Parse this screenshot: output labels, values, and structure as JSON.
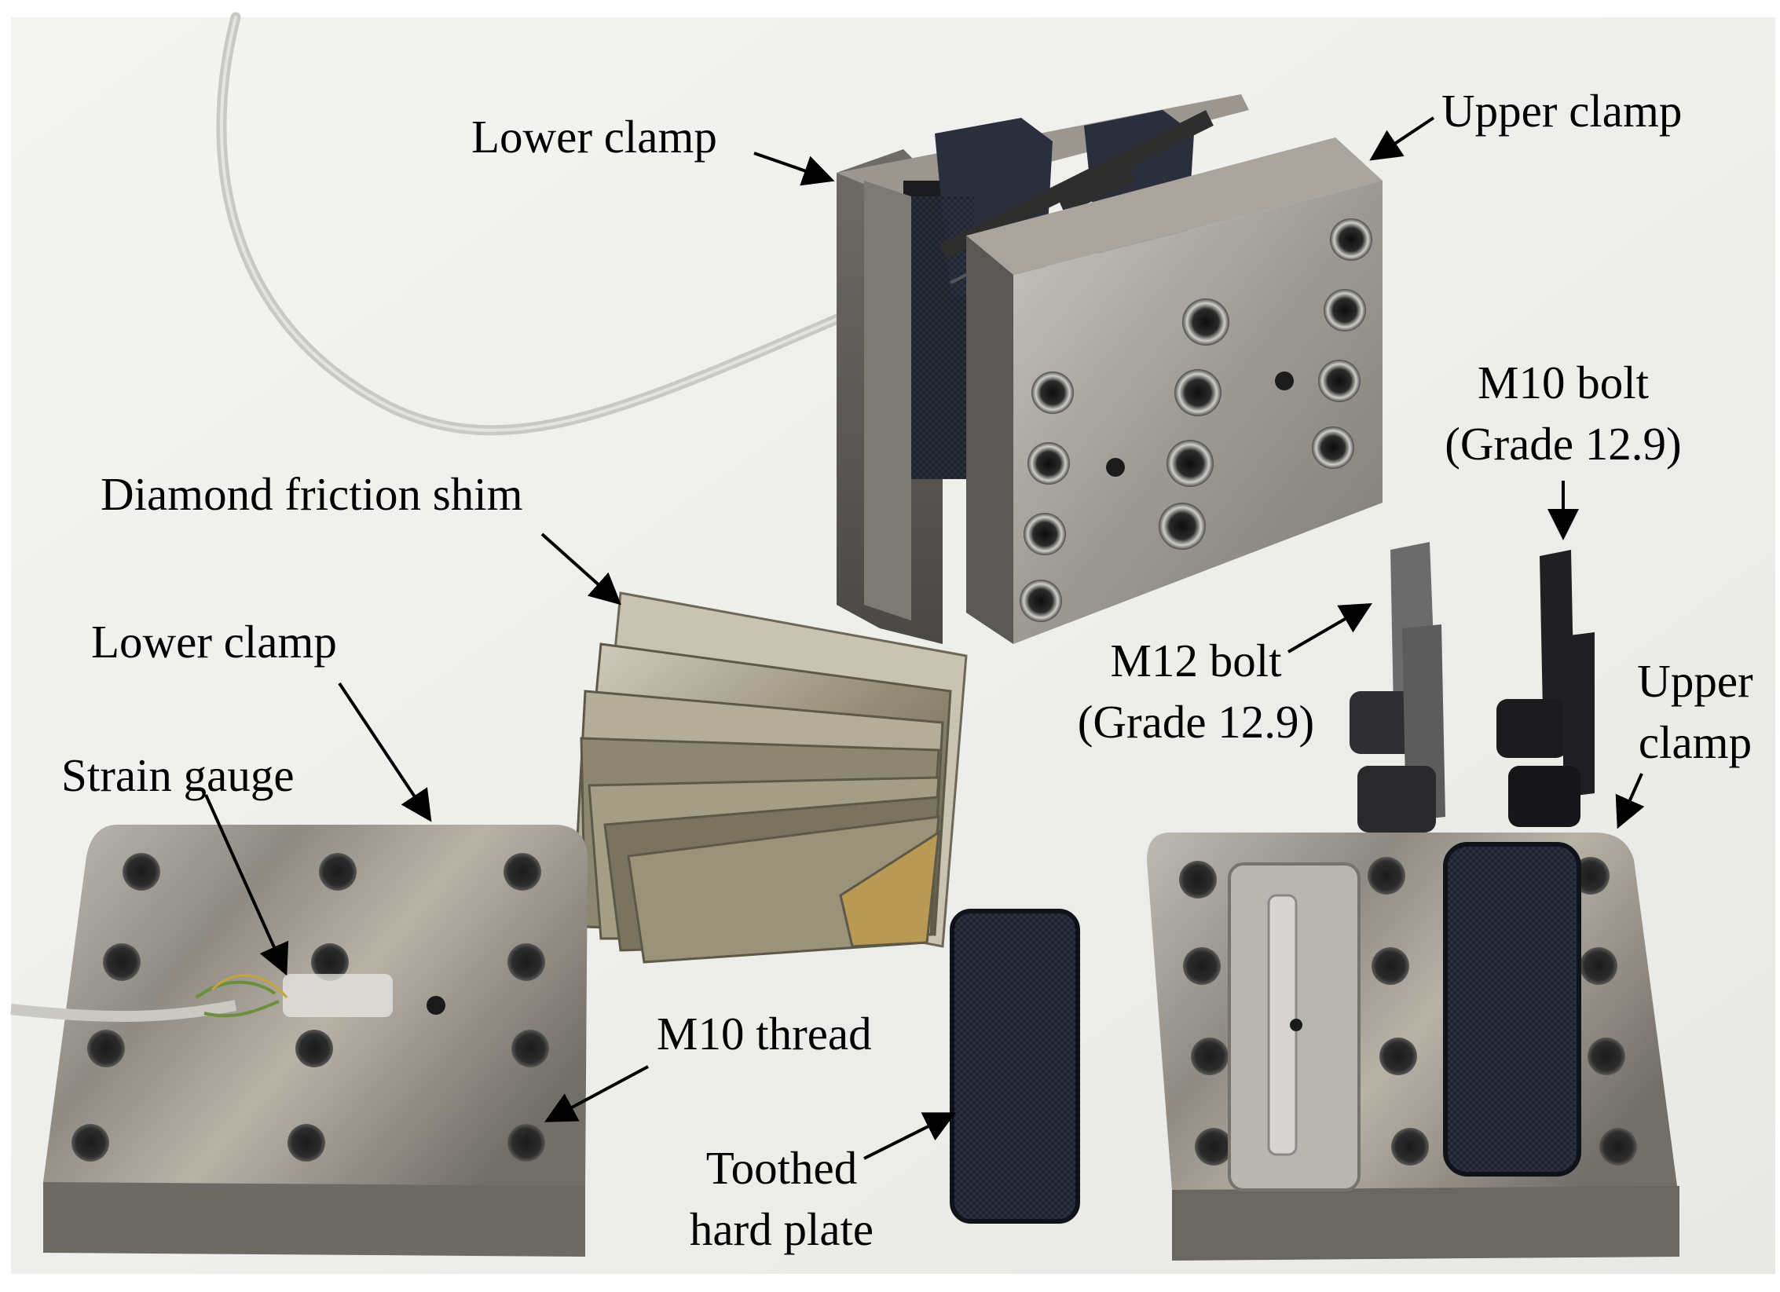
{
  "figure": {
    "colors": {
      "background": "#f1f1ef",
      "steel": "#8f8d89",
      "dark_steel": "#3a3a3a",
      "toothed_plate": "#1e2230",
      "shim": "#a79d83",
      "cable": "#c9c8c3"
    },
    "labels": {
      "lower_clamp_top": "Lower clamp",
      "upper_clamp_top": "Upper clamp",
      "diamond_friction_shim": "Diamond friction shim",
      "m10_bolt_line1": "M10 bolt",
      "m10_bolt_line2": "(Grade 12.9)",
      "m12_bolt_line1": "M12 bolt",
      "m12_bolt_line2": "(Grade 12.9)",
      "upper_clamp_line1": "Upper",
      "upper_clamp_line2": "clamp",
      "lower_clamp_left": "Lower clamp",
      "strain_gauge": "Strain gauge",
      "m10_thread": "M10 thread",
      "toothed_line1": "Toothed",
      "toothed_line2": "hard plate"
    }
  }
}
